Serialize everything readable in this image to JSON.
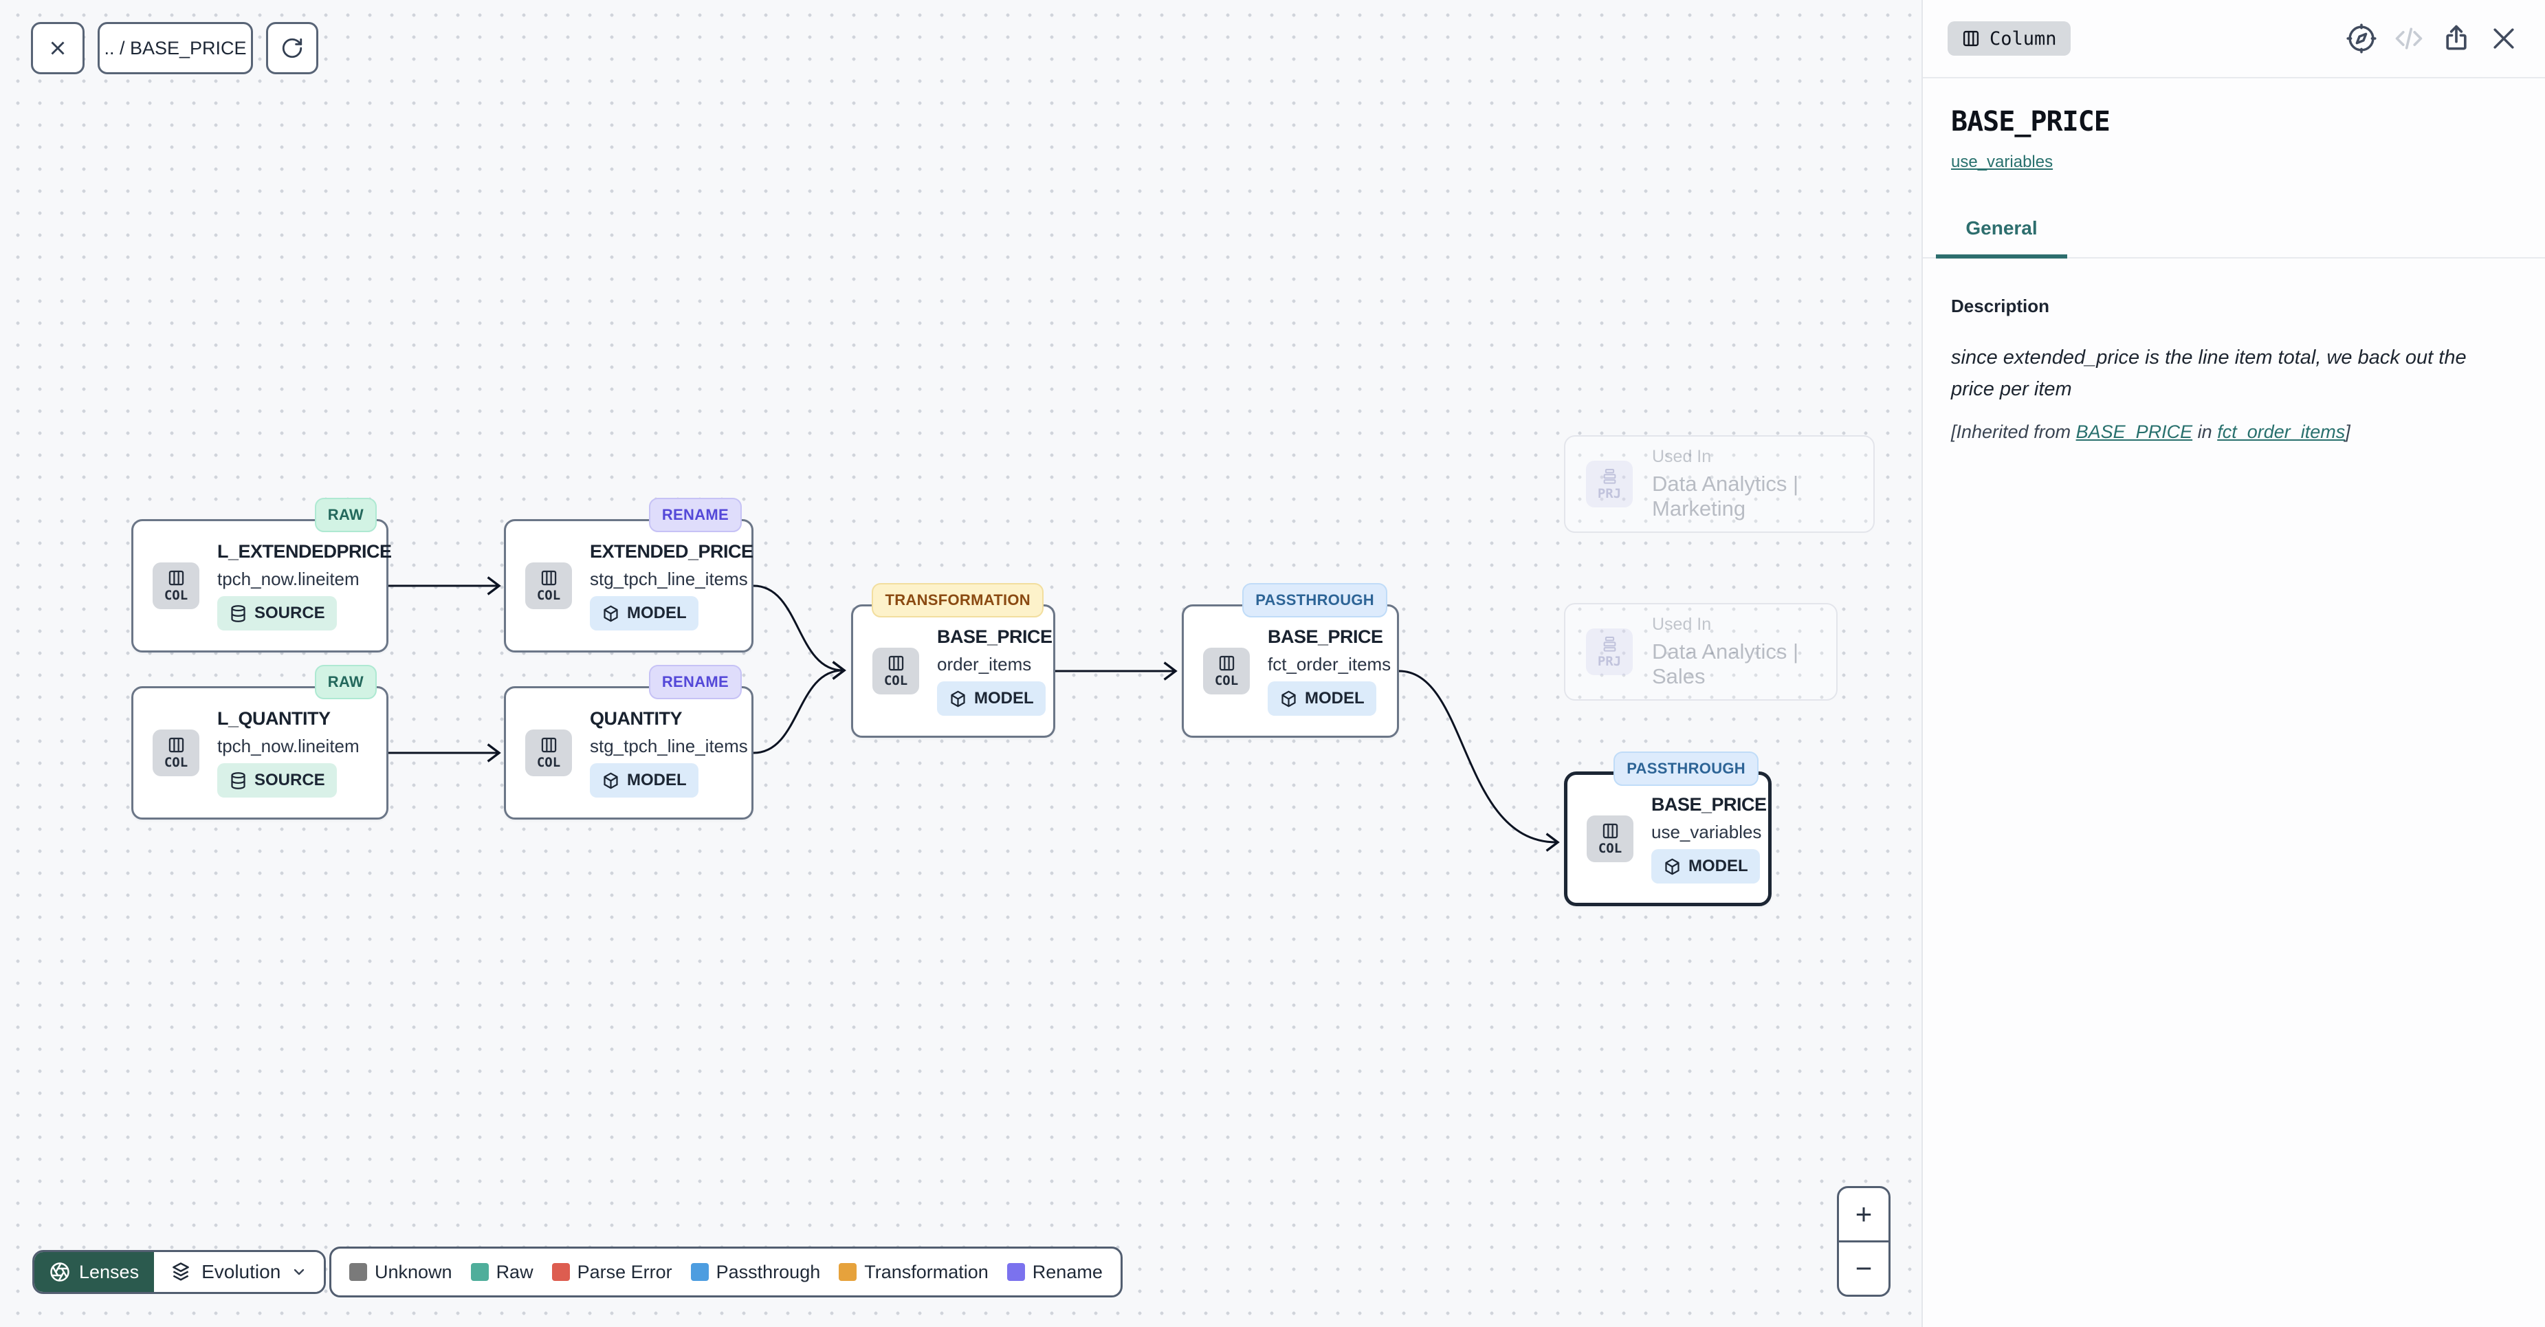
{
  "toolbar": {
    "breadcrumb": ".. / BASE_PRICE"
  },
  "canvas": {
    "nodes": [
      {
        "badge": "RAW",
        "title": "L_EXTENDEDPRICE",
        "subtitle": "tpch_now.lineitem",
        "kind": "COL",
        "type": "SOURCE"
      },
      {
        "badge": "RENAME",
        "title": "EXTENDED_PRICE",
        "subtitle": "stg_tpch_line_items",
        "kind": "COL",
        "type": "MODEL"
      },
      {
        "badge": "RAW",
        "title": "L_QUANTITY",
        "subtitle": "tpch_now.lineitem",
        "kind": "COL",
        "type": "SOURCE"
      },
      {
        "badge": "RENAME",
        "title": "QUANTITY",
        "subtitle": "stg_tpch_line_items",
        "kind": "COL",
        "type": "MODEL"
      },
      {
        "badge": "TRANSFORMATION",
        "title": "BASE_PRICE",
        "subtitle": "order_items",
        "kind": "COL",
        "type": "MODEL"
      },
      {
        "badge": "PASSTHROUGH",
        "title": "BASE_PRICE",
        "subtitle": "fct_order_items",
        "kind": "COL",
        "type": "MODEL"
      },
      {
        "badge": "PASSTHROUGH",
        "title": "BASE_PRICE",
        "subtitle": "use_variables",
        "kind": "COL",
        "type": "MODEL"
      }
    ],
    "used_in": [
      {
        "label": "Used In",
        "name": "Data Analytics | Marketing",
        "kind": "PRJ"
      },
      {
        "label": "Used In",
        "name": "Data Analytics | Sales",
        "kind": "PRJ"
      }
    ]
  },
  "lens_bar": {
    "lenses_label": "Lenses",
    "selected_lens": "Evolution"
  },
  "legend": {
    "items": [
      {
        "label": "Unknown",
        "color": "#7a7a7a"
      },
      {
        "label": "Raw",
        "color": "#4fae9b"
      },
      {
        "label": "Parse Error",
        "color": "#dd5d50"
      },
      {
        "label": "Passthrough",
        "color": "#4d9de0"
      },
      {
        "label": "Transformation",
        "color": "#e6a23c"
      },
      {
        "label": "Rename",
        "color": "#7b72ee"
      }
    ]
  },
  "zoom_controls": {
    "zoom_in": "+",
    "zoom_out": "−"
  },
  "panel": {
    "entity_badge": "Column",
    "title": "BASE_PRICE",
    "parent_link": "use_variables",
    "tab": "General",
    "description_heading": "Description",
    "description_text": "since extended_price is the line item total, we back out the price per item",
    "inherited_prefix": "[Inherited from ",
    "inherited_link_column": "BASE_PRICE",
    "inherited_mid": " in ",
    "inherited_link_model": "fct_order_items",
    "inherited_suffix": "]"
  }
}
